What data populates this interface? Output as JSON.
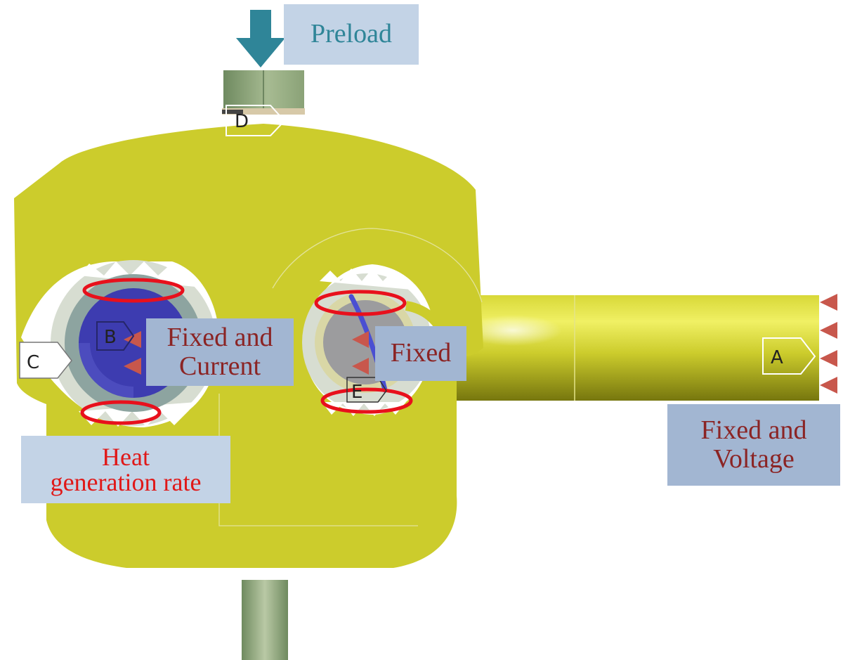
{
  "labels": {
    "preload": "Preload",
    "fixed_current": [
      "Fixed and",
      "Current"
    ],
    "fixed": "Fixed",
    "fixed_voltage": [
      "Fixed and",
      "Voltage"
    ],
    "heat_rate": [
      "Heat",
      "generation rate"
    ]
  },
  "tags": {
    "a": "A",
    "b": "B",
    "c": "C",
    "d": "D",
    "e": "E"
  },
  "colors": {
    "clamp_body": "#cccc2c",
    "preload_arrow": "#2f8598",
    "load_marker": "#c8574c",
    "contact_ring": "#e8101c",
    "conductor_b": "#3d3cb0",
    "label_box": "#a2b6d2",
    "label_text": "#8b2424",
    "heat_text": "#e01818"
  }
}
